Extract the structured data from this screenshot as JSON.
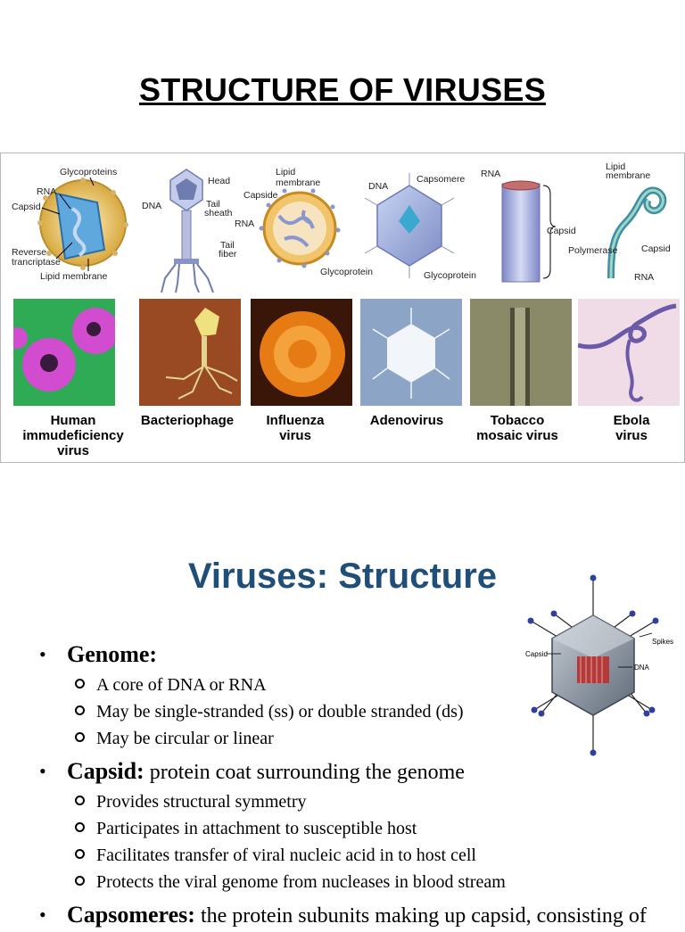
{
  "slide1": {
    "title": "STRUCTURE OF VIRUSES",
    "figure": {
      "diagram_labels": {
        "hiv": [
          "Glycoproteins",
          "RNA",
          "Capsid",
          "Reverse",
          "trancriptase",
          "Lipid membrane"
        ],
        "phage": [
          "Head",
          "DNA",
          "Tail",
          "sheath",
          "Tail",
          "fiber"
        ],
        "influenza": [
          "Lipid",
          "membrane",
          "Capside",
          "RNA",
          "Glycoprotein"
        ],
        "adeno": [
          "DNA",
          "Capsomere",
          "Glycoprotein"
        ],
        "tmv": [
          "RNA",
          "Capsid"
        ],
        "ebola": [
          "Lipid",
          "membrane",
          "Polymerase",
          "Capsid",
          "RNA"
        ]
      },
      "captions": [
        {
          "line1": "Human",
          "line2": "immudeficiency",
          "line3": "virus"
        },
        {
          "line1": "Bacteriophage",
          "line2": "",
          "line3": ""
        },
        {
          "line1": "Influenza",
          "line2": "virus",
          "line3": ""
        },
        {
          "line1": "Adenovirus",
          "line2": "",
          "line3": ""
        },
        {
          "line1": "Tobacco",
          "line2": "mosaic virus",
          "line3": ""
        },
        {
          "line1": "Ebola",
          "line2": "virus",
          "line3": ""
        }
      ]
    }
  },
  "slide2": {
    "title": "Viruses: Structure",
    "figure_labels": {
      "capsid": "Capsid",
      "spikes": "Spikes",
      "dna": "DNA"
    },
    "sections": [
      {
        "term": "Genome:",
        "rest": "",
        "items": [
          "A core of DNA or RNA",
          "May be single-stranded (ss) or double stranded (ds)",
          "May be circular or linear"
        ]
      },
      {
        "term": "Capsid:",
        "rest": " protein coat surrounding the genome",
        "items": [
          "Provides structural symmetry",
          "Participates in attachment to susceptible host",
          "Facilitates transfer of viral nucleic acid in to host cell",
          "Protects the viral genome from nucleases in blood stream"
        ]
      },
      {
        "term": "Capsomeres:",
        "rest": " the protein subunits making up capsid, consisting of",
        "items": []
      }
    ]
  }
}
